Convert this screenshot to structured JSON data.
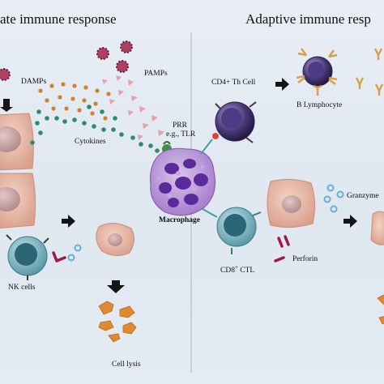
{
  "headers": {
    "innate": "ate immune response",
    "adaptive": "Adaptive immune resp"
  },
  "labels": {
    "damps": "DAMPs",
    "pamps": "PAMPs",
    "cytokines": "Cytokines",
    "prr": "PRR",
    "prr_example": "e.g., TLR",
    "cd4_th_cell": "CD4+ Th Cell",
    "b_lymphocyte": "B Lymphocyte",
    "granzyme": "Granzyme",
    "macrophage": "Macrophage",
    "nk_cells": "NK cells",
    "cd8_ctl_prefix": "CD8",
    "cd8_ctl_sup": "+",
    "cd8_ctl_suffix": " CTL",
    "perforin": "Perforin",
    "cell_lysis": "Cell lysis"
  },
  "colors": {
    "background": "#e4ebf3",
    "tissue_cell": "#e8b9a8",
    "macrophage": "#8b5fb0",
    "cytokine_teal": "#2e8b6e",
    "damp_orange": "#d08030",
    "pamp_pink": "#e8a0a8",
    "virus": "#b04060",
    "perforin": "#a01850",
    "lysis": "#e08a30"
  }
}
